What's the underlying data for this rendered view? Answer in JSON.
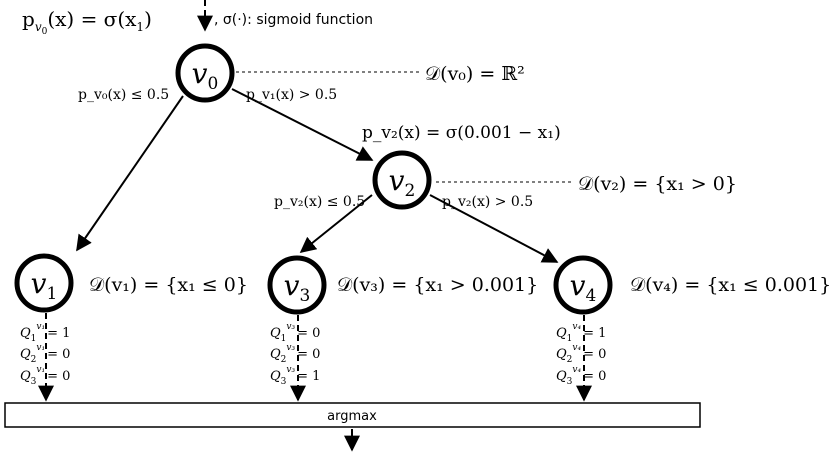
{
  "root_prob": {
    "main": "p",
    "sub": "v",
    "subsub": "0",
    "rest": "(x) = σ(x",
    "x_sub": "1",
    "close": ")"
  },
  "sigmoid_note": ", σ(·): sigmoid function",
  "nodes": {
    "v0": {
      "letter": "v",
      "index": "0",
      "domain": "𝒟(v₀) = ℝ²"
    },
    "v1": {
      "letter": "v",
      "index": "1",
      "domain": "𝒟(v₁) = {x₁ ≤ 0}"
    },
    "v2": {
      "letter": "v",
      "index": "2",
      "domain": "𝒟(v₂) = {x₁ > 0}"
    },
    "v3": {
      "letter": "v",
      "index": "3",
      "domain": "𝒟(v₃) = {x₁ > 0.001}"
    },
    "v4": {
      "letter": "v",
      "index": "4",
      "domain": "𝒟(v₄) = {x₁ ≤ 0.001}"
    }
  },
  "edges": {
    "v0_left": "p_v₀(x) ≤ 0.5",
    "v0_right": "p_v₁(x) > 0.5",
    "v2_prob": "p_v₂(x) = σ(0.001 − x₁)",
    "v2_left": "p_v₂(x) ≤ 0.5",
    "v2_right": "p_v₂(x) > 0.5"
  },
  "leaves": {
    "v1": [
      {
        "q": "Q",
        "qi": "1",
        "sup": "v₁",
        "val": "= 1"
      },
      {
        "q": "Q",
        "qi": "2",
        "sup": "v₁",
        "val": "= 0"
      },
      {
        "q": "Q",
        "qi": "3",
        "sup": "v₁",
        "val": "= 0"
      }
    ],
    "v3": [
      {
        "q": "Q",
        "qi": "1",
        "sup": "v₃",
        "val": "= 0"
      },
      {
        "q": "Q",
        "qi": "2",
        "sup": "v₃",
        "val": "= 0"
      },
      {
        "q": "Q",
        "qi": "3",
        "sup": "v₃",
        "val": "= 1"
      }
    ],
    "v4": [
      {
        "q": "Q",
        "qi": "1",
        "sup": "v₄",
        "val": "= 1"
      },
      {
        "q": "Q",
        "qi": "2",
        "sup": "v₄",
        "val": "= 0"
      },
      {
        "q": "Q",
        "qi": "3",
        "sup": "v₄",
        "val": "= 0"
      }
    ]
  },
  "argmax_label": "argmax"
}
